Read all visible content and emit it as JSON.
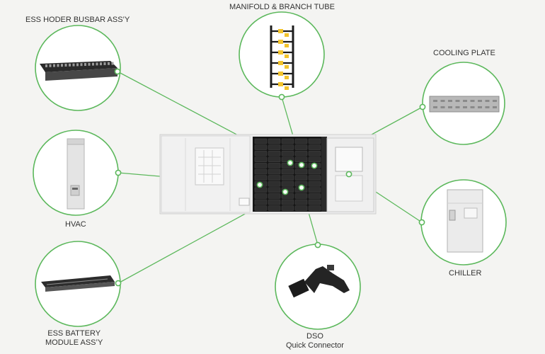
{
  "accent_color": "#5cb85c",
  "center": {
    "name": "ESS container with open battery rack"
  },
  "components": [
    {
      "id": "busbar",
      "icon": "busbar-icon",
      "label_lines": [
        "ESS HODER BUSBAR ASS’Y"
      ]
    },
    {
      "id": "manifold",
      "icon": "manifold-icon",
      "label_lines": [
        "MANIFOLD & BRANCH TUBE"
      ]
    },
    {
      "id": "cooling",
      "icon": "cooling-plate-icon",
      "label_lines": [
        "COOLING PLATE"
      ]
    },
    {
      "id": "hvac",
      "icon": "hvac-icon",
      "label_lines": [
        "HVAC"
      ]
    },
    {
      "id": "chiller",
      "icon": "chiller-icon",
      "label_lines": [
        "CHILLER"
      ]
    },
    {
      "id": "module",
      "icon": "battery-module-icon",
      "label_lines": [
        "ESS BATTERY",
        "MODULE ASS’Y"
      ]
    },
    {
      "id": "dso",
      "icon": "connector-icon",
      "label_lines": [
        "DSO",
        "Quick Connector"
      ]
    }
  ]
}
